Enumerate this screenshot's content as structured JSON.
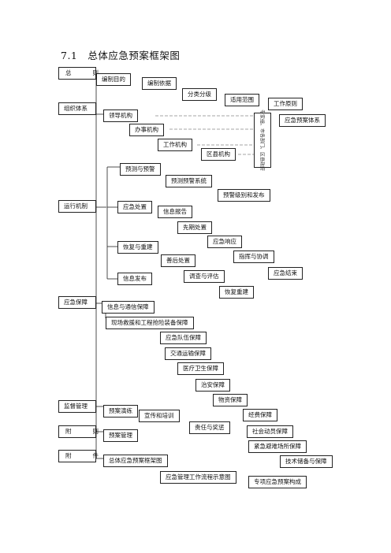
{
  "title": "7.1　总体应急预案框架图",
  "boxes": {
    "zongze": "总　　则",
    "bianzhi_mudi": "编制目的",
    "bianzhi_yiju": "编制依据",
    "fenlei_fenji": "分类分级",
    "shiyong_fanwei": "适用范围",
    "gongzuo_yuanze": "工作原则",
    "yingji_yuan_tixi": "应急预案体系",
    "zuzhi_tixi": "组织体系",
    "lingdao_jigou": "领导机构",
    "banshi_jigou": "办事机构",
    "gongzuo_jigou": "工作机构",
    "quxian_jigou": "区县机构",
    "vertical_label": "专家组、市各部门、区县政府",
    "yunxing_jizhi": "运行机制",
    "yuce_yujing": "预测与预警",
    "yujing_xitong": "预测预警系统",
    "yujing_jibie": "预警级别和发布",
    "yingji_chuzhi": "应急处置",
    "xinxi_baogao": "信息报告",
    "xianqi_chuzhi": "先期处置",
    "yingji_xiangying": "应急响应",
    "zhihui_xietiao": "指挥与协调",
    "yingji_jieshu": "应急结束",
    "huifu_chongjian": "恢复与重建",
    "shanhou_chuzhi": "善后处置",
    "diaocha_pinggu": "调查与评估",
    "huifu_chongjian2": "恢复重建",
    "xinxi_fabu": "信息发布",
    "yingji_baozhang": "应急保障",
    "xinxi_tongxin": "信息与通信保障",
    "xianchang_jiuyuan": "现场救援和工程抢险装备保障",
    "duiwu_baozhang": "应急队伍保障",
    "jiaotong_baozhang": "交通运输保障",
    "yiliao_baozhang": "医疗卫生保障",
    "zhian_baozhang": "治安保障",
    "wuzi_baozhang": "物资保障",
    "jingfei_baozhang": "经费保障",
    "shehui_dongyuan": "社会动员保障",
    "binan_baozhang": "紧急避难场所保障",
    "jishu_baozhang": "技术储备与保障",
    "jiandu_guanli": "监督管理",
    "yuan_yanlian": "预案演练",
    "xuanchuan_peixun": "宣传和培训",
    "zeren_jiangcheng": "责任与奖惩",
    "fuze": "附　　则",
    "yuan_guanli": "预案管理",
    "fujian": "附　　件",
    "kuangjia_tu": "总体应急预案框架图",
    "liucheng_tu": "应急管理工作流程示意图",
    "zhuanxiang_goucheng": "专项应急预案构成"
  }
}
